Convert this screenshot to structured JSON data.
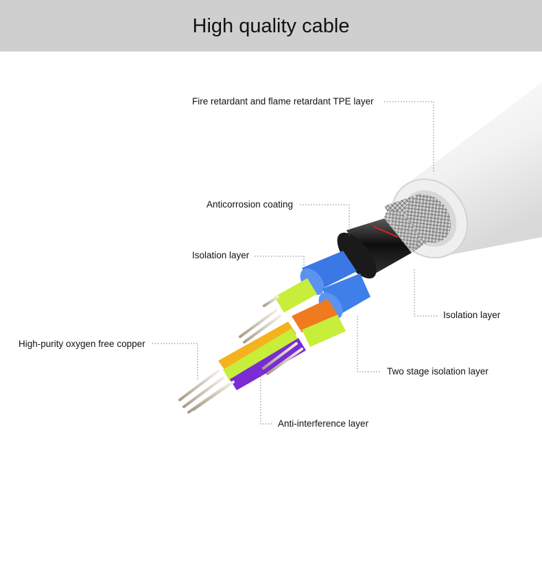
{
  "title": "High quality cable",
  "labels": {
    "tpe_layer": "Fire retardant and flame retardant TPE layer",
    "anticorrosion": "Anticorrosion coating",
    "isolation_left": "Isolation layer",
    "copper": "High-purity oxygen free copper",
    "isolation_right": "Isolation layer",
    "two_stage": "Two stage isolation layer",
    "anti_interference": "Anti-interference layer"
  },
  "colors": {
    "header_bg": "#cfcfcf",
    "jacket": "#f2f2f2",
    "shield": "#9a9a9a",
    "foil": "#2a2a2a",
    "blue_insulation": "#3a78e6",
    "core_lime": "#c6ee3a",
    "core_orange": "#f07a20",
    "core_yellow": "#f5b21e",
    "core_purple": "#7a2bd6",
    "copper": "#d0c6b6"
  }
}
